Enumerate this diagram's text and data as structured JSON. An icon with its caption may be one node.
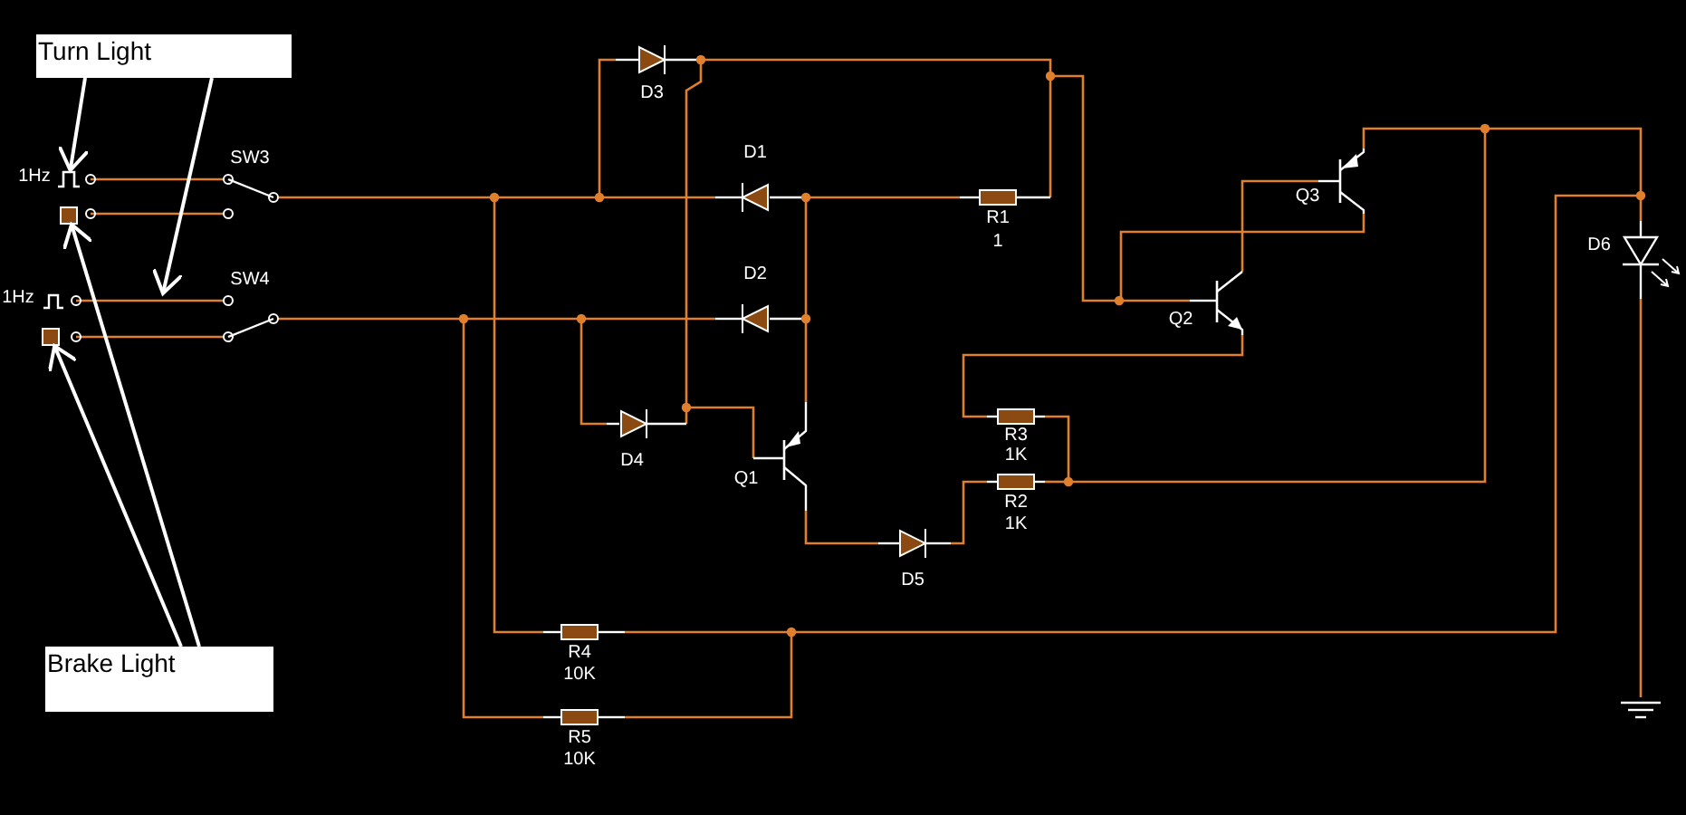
{
  "diagram": {
    "nodes": [
      {
        "text": [
          "Turn Light"
        ]
      },
      {
        "text": [],
        "shape": "picture"
      },
      {
        "text": [],
        "shape": "box"
      },
      {
        "text": [],
        "shape": "box"
      },
      {
        "text": [
          "Brake Light"
        ]
      }
    ],
    "edges": [
      {
        "from": 0,
        "to": 1,
        "arrow": "to"
      },
      {
        "from": 0,
        "to": null,
        "arrow": "to"
      },
      {
        "from": 4,
        "to": 2,
        "arrow": "to"
      },
      {
        "from": 4,
        "to": 3,
        "arrow": "to"
      }
    ],
    "labels": [
      "D3",
      "SW3",
      "1Hz",
      "D1",
      "Q3",
      "R1",
      "1",
      "D6",
      "D2",
      "SW4",
      "1Hz",
      "Q2",
      "D4",
      "R3",
      "1K",
      "Q1",
      "R2",
      "1K",
      "D5",
      "R4",
      "10K",
      "R5",
      "10K"
    ]
  }
}
